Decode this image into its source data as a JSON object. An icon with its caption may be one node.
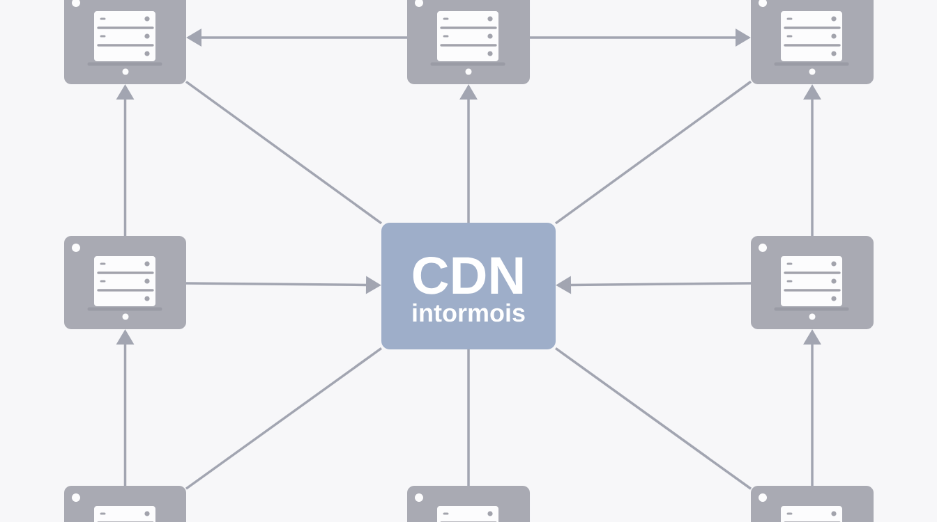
{
  "diagram": {
    "nodes": [
      {
        "text": [],
        "shape": "box"
      },
      {
        "text": [],
        "shape": "box"
      },
      {
        "text": [],
        "shape": "box"
      },
      {
        "text": [],
        "shape": "box"
      },
      {
        "text": [
          "CDN",
          "intormois"
        ]
      },
      {
        "text": [],
        "shape": "box"
      },
      {
        "text": [],
        "shape": "box"
      },
      {
        "text": [],
        "shape": "box"
      },
      {
        "text": [],
        "shape": "box"
      }
    ],
    "edges": [
      {
        "from": 1,
        "to": 0,
        "arrow": "to"
      },
      {
        "from": 1,
        "to": 2,
        "arrow": "to"
      },
      {
        "from": 3,
        "to": 0,
        "arrow": "to"
      },
      {
        "from": 5,
        "to": 2,
        "arrow": "to"
      },
      {
        "from": 4,
        "to": 1,
        "arrow": "to"
      },
      {
        "from": 4,
        "to": 0,
        "arrow": "none"
      },
      {
        "from": 4,
        "to": 2,
        "arrow": "none"
      },
      {
        "from": 3,
        "to": 4,
        "arrow": "to"
      },
      {
        "from": 5,
        "to": 4,
        "arrow": "to"
      },
      {
        "from": 6,
        "to": 3,
        "arrow": "to"
      },
      {
        "from": 8,
        "to": 5,
        "arrow": "to"
      },
      {
        "from": 4,
        "to": 6,
        "arrow": "none"
      },
      {
        "from": 4,
        "to": 7,
        "arrow": "none"
      },
      {
        "from": 4,
        "to": 8,
        "arrow": "none"
      }
    ]
  }
}
